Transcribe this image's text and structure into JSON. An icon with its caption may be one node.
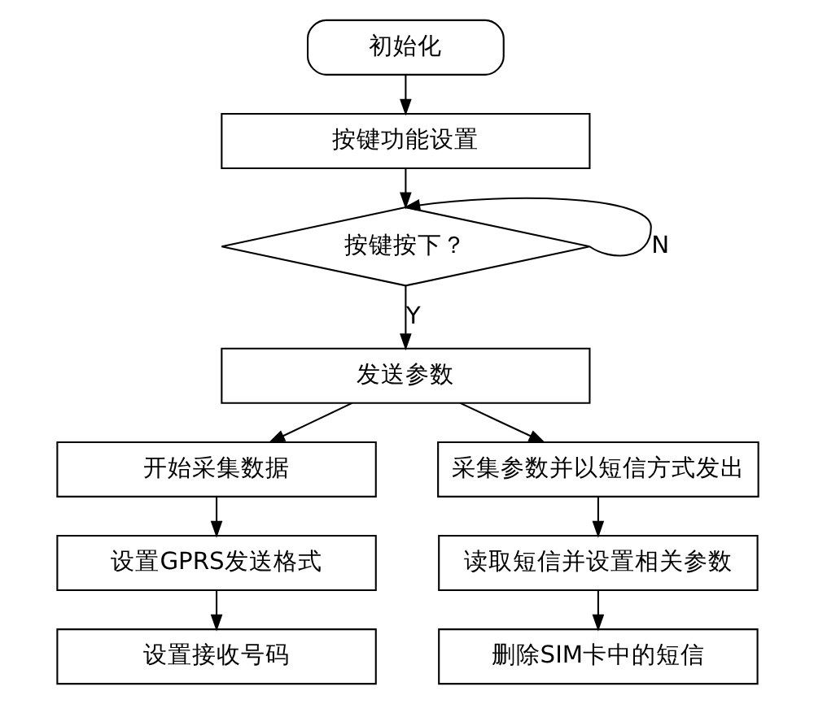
{
  "diagram": {
    "nodes": [
      {
        "text": [
          "初始化"
        ]
      },
      {
        "text": [
          "按键功能设置"
        ]
      },
      {
        "text": [
          "按键按下？"
        ]
      },
      {
        "text": [
          "发送参数"
        ]
      },
      {
        "text": [
          "开始采集数据"
        ]
      },
      {
        "text": [
          "设置GPRS发送格式"
        ]
      },
      {
        "text": [
          "设置接收号码"
        ]
      },
      {
        "text": [
          "采集参数并以短信方式发出"
        ]
      },
      {
        "text": [
          "读取短信并设置相关参数"
        ]
      },
      {
        "text": [
          "删除SIM卡中的短信"
        ]
      }
    ],
    "edges": [
      {
        "from": 0,
        "to": 1,
        "arrow": "to"
      },
      {
        "from": 1,
        "to": 2,
        "arrow": "to"
      },
      {
        "from": 2,
        "to": 2,
        "arrow": "to",
        "label": "N"
      },
      {
        "from": 2,
        "to": 3,
        "arrow": "to",
        "label": "Y"
      },
      {
        "from": 3,
        "to": 4,
        "arrow": "to"
      },
      {
        "from": 3,
        "to": 7,
        "arrow": "to"
      },
      {
        "from": 4,
        "to": 5,
        "arrow": "to"
      },
      {
        "from": 5,
        "to": 6,
        "arrow": "to"
      },
      {
        "from": 7,
        "to": 8,
        "arrow": "to"
      },
      {
        "from": 8,
        "to": 9,
        "arrow": "to"
      }
    ]
  }
}
